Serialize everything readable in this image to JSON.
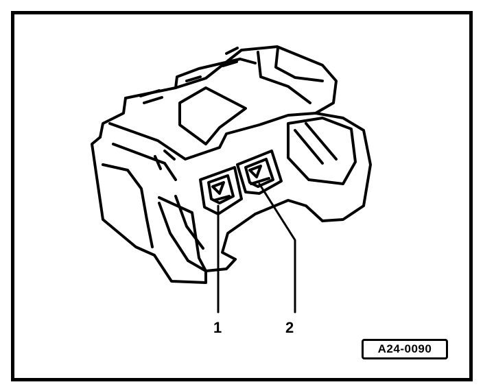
{
  "figure": {
    "callouts": [
      {
        "label": "1",
        "part": "connector-terminal-1"
      },
      {
        "label": "2",
        "part": "connector-terminal-2"
      }
    ],
    "reference_code": "A24-0090"
  },
  "colors": {
    "ink": "#000000",
    "paper": "#ffffff"
  }
}
